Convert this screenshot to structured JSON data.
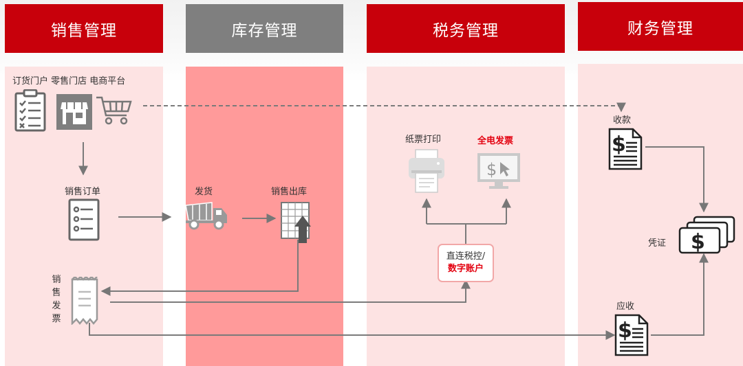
{
  "headers": {
    "sales": "销售管理",
    "inventory": "库存管理",
    "tax": "税务管理",
    "finance": "财务管理"
  },
  "sales": {
    "channels_label": "订货门户 零售门店 电商平台",
    "order_label": "销售订单",
    "invoice_label_chars": [
      "销",
      "售",
      "发",
      "票"
    ]
  },
  "inventory": {
    "ship_label": "发货",
    "outbound_label": "销售出库"
  },
  "tax": {
    "paper_print_label": "纸票打印",
    "e_invoice_label": "全电发票",
    "direct_line1": "直连税控/",
    "direct_line2": "数字账户"
  },
  "finance": {
    "receipt_label": "收款",
    "voucher_label": "凭证",
    "receivable_label": "应收"
  },
  "colors": {
    "header_red": "#c8000b",
    "header_gray": "#7f7f7f",
    "column_light": "#fde3e3",
    "column_strong": "#ff9a9a",
    "accent_red": "#e3000f",
    "arrow_gray": "#777777"
  },
  "icons": [
    "clipboard-checklist-icon",
    "store-icon",
    "shopping-cart-icon",
    "order-list-icon",
    "receipt-icon",
    "dump-truck-icon",
    "warehouse-outbound-icon",
    "printer-icon",
    "monitor-dollar-icon",
    "dollar-document-icon",
    "dollar-bills-icon"
  ]
}
